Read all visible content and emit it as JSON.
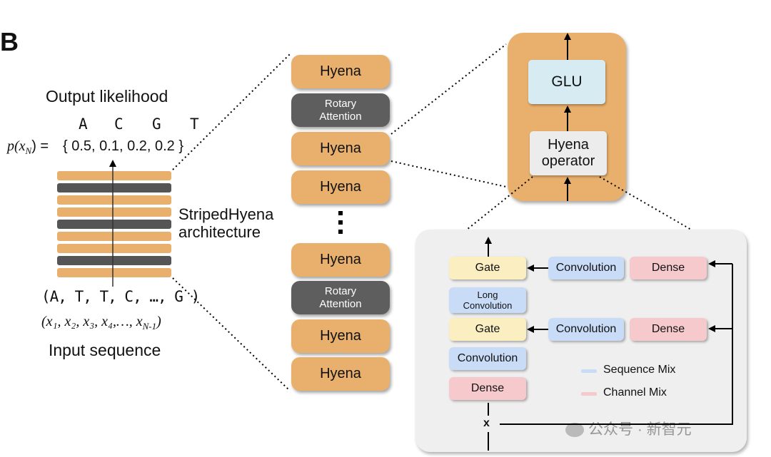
{
  "panel_label": "B",
  "left": {
    "output_title": "Output likelihood",
    "bases": [
      "A",
      "C",
      "G",
      "T"
    ],
    "prob_lhs": "p(x",
    "prob_lhs_sub": "N",
    "prob_lhs_end": ") =",
    "prob_values": "{ 0.5,  0.1,  0.2,  0.2 }",
    "arch_label_line1": "StripedHyena",
    "arch_label_line2": "architecture",
    "input_tokens": "(A, T, T, C, …, G )",
    "input_vars": "(x",
    "input_vars_full": "(x₁, x₂, x₃, x₄,…, x",
    "input_vars_sub": "N-1",
    "input_vars_end": ")",
    "input_title": "Input sequence"
  },
  "stack": {
    "hyena": "Hyena",
    "rotary_line1": "Rotary",
    "rotary_line2": "Attention",
    "ellipsis": "⋮"
  },
  "block": {
    "glu": "GLU",
    "operator_line1": "Hyena",
    "operator_line2": "operator"
  },
  "operator": {
    "gate": "Gate",
    "convolution": "Convolution",
    "dense": "Dense",
    "long_conv_line1": "Long",
    "long_conv_line2": "Convolution",
    "x_label": "x",
    "legend_sequence": "Sequence Mix",
    "legend_channel": "Channel Mix"
  },
  "colors": {
    "orange": "#e8b06c",
    "dark_gray": "#5e5e5e",
    "glu_blue": "#d6ebf2",
    "gate_yellow": "#fbefc2",
    "conv_blue": "#c9dcf7",
    "dense_pink": "#f6c9cd"
  },
  "watermark": "公众号 · 新智元"
}
